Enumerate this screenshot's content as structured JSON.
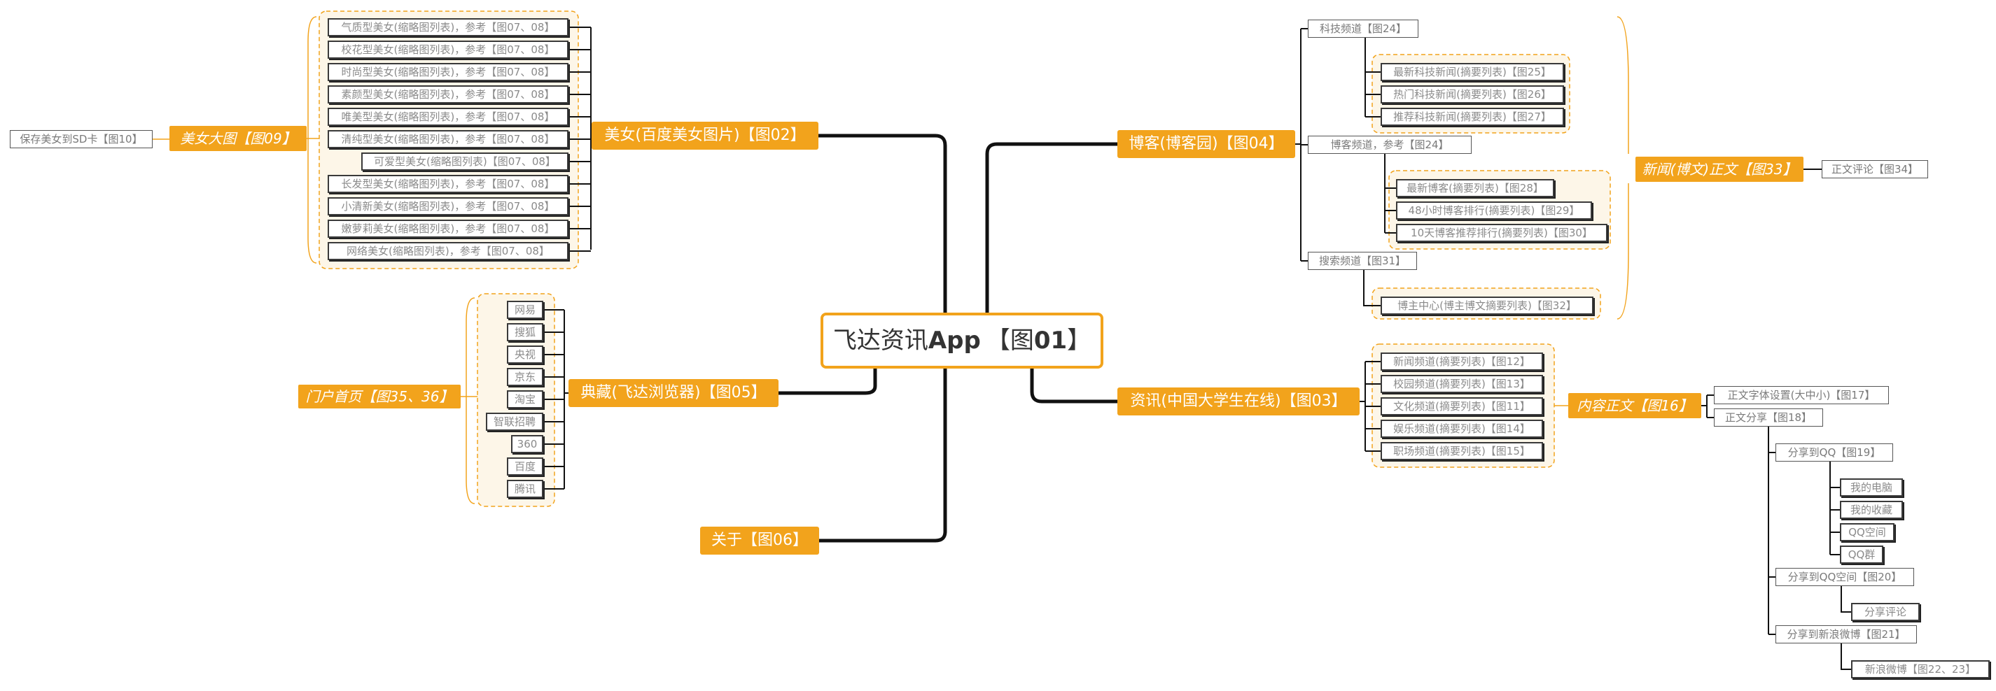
{
  "root": {
    "text_a": "飞达资讯",
    "text_b": "App",
    "text_c": "【图",
    "text_d": "01",
    "text_e": "】"
  },
  "beauty": {
    "label": "美女(百度美女图片)【图02】",
    "items": [
      "气质型美女(缩略图列表)，参考【图07、08】",
      "校花型美女(缩略图列表)，参考【图07、08】",
      "时尚型美女(缩略图列表)，参考【图07、08】",
      "素颜型美女(缩略图列表)，参考【图07、08】",
      "唯美型美女(缩略图列表)，参考【图07、08】",
      "清纯型美女(缩略图列表)，参考【图07、08】",
      "可爱型美女(缩略图列表)【图07、08】",
      "长发型美女(缩略图列表)，参考【图07、08】",
      "小清新美女(缩略图列表)，参考【图07、08】",
      "嫩萝莉美女(缩略图列表)，参考【图07、08】",
      "网络美女(缩略图列表)，参考【图07、08】"
    ],
    "big_image": "美女大图【图09】",
    "save_sd": "保存美女到SD卡【图10】"
  },
  "collection": {
    "label": "典藏(飞达浏览器)【图05】",
    "items": [
      "网易",
      "搜狐",
      "央视",
      "京东",
      "淘宝",
      "智联招聘",
      "360",
      "百度",
      "腾讯"
    ],
    "portal": "门户首页【图35、36】"
  },
  "about": {
    "label": "关于【图06】"
  },
  "blog": {
    "label": "博客(博客园)【图04】",
    "tech": "科技频道【图24】",
    "tech_items": [
      "最新科技新闻(摘要列表)【图25】",
      "热门科技新闻(摘要列表)【图26】",
      "推荐科技新闻(摘要列表)【图27】"
    ],
    "blog_channel": "博客频道，参考【图24】",
    "blog_items": [
      "最新博客(摘要列表)【图28】",
      "48小时博客排行(摘要列表)【图29】",
      "10天博客推荐排行(摘要列表)【图30】"
    ],
    "search": "搜索频道【图31】",
    "search_items": [
      "博主中心(博主博文摘要列表)【图32】"
    ],
    "article": "新闻(博文)正文【图33】",
    "comment": "正文评论【图34】"
  },
  "news": {
    "label": "资讯(中国大学生在线)【图03】",
    "items": [
      "新闻频道(摘要列表)【图12】",
      "校园频道(摘要列表)【图13】",
      "文化频道(摘要列表)【图11】",
      "娱乐频道(摘要列表)【图14】",
      "职场频道(摘要列表)【图15】"
    ],
    "content": "内容正文【图16】",
    "font_setting": "正文字体设置(大中小)【图17】",
    "share": "正文分享【图18】",
    "share_qq": "分享到QQ【图19】",
    "qq_items": [
      "我的电脑",
      "我的收藏",
      "QQ空间",
      "QQ群"
    ],
    "share_qzone": "分享到QQ空间【图20】",
    "qzone_items": [
      "分享评论"
    ],
    "share_weibo": "分享到新浪微博【图21】",
    "weibo_items": [
      "新浪微博【图22、23】"
    ]
  },
  "colors": {
    "accent": "#f2a31c",
    "line": "#111111",
    "group_fill": "#fdf6e8"
  }
}
